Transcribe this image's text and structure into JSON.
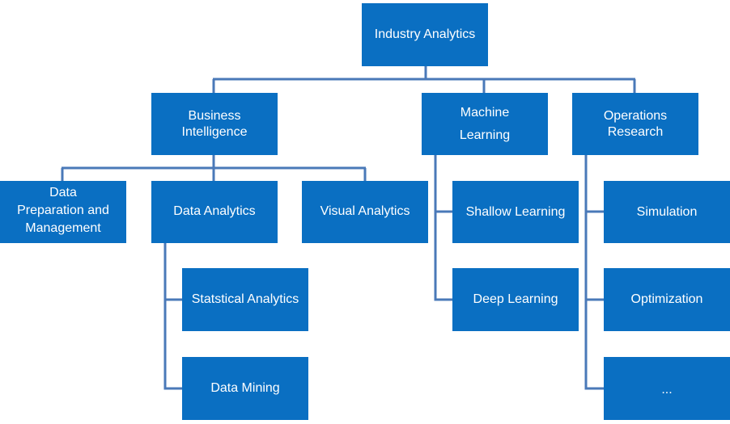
{
  "diagram": {
    "root": {
      "label": "Industry Analytics"
    },
    "business_intelligence": {
      "label": "Business\nIntelligence",
      "children": {
        "data_prep": {
          "label": "Data\nPreparation and\nManagement"
        },
        "data_analytics": {
          "label": "Data Analytics",
          "children": {
            "statistical": {
              "label": "Statstical Analytics"
            },
            "data_mining": {
              "label": "Data Mining"
            }
          }
        },
        "visual_analytics": {
          "label": "Visual Analytics"
        }
      }
    },
    "machine_learning": {
      "label": "Machine\nLearning",
      "children": {
        "shallow": {
          "label": "Shallow Learning"
        },
        "deep": {
          "label": "Deep Learning"
        }
      }
    },
    "operations_research": {
      "label": "Operations\nResearch",
      "children": {
        "simulation": {
          "label": "Simulation"
        },
        "optimization": {
          "label": "Optimization"
        },
        "more": {
          "label": "..."
        }
      }
    },
    "colors": {
      "box_fill": "#0a6fc2",
      "box_text": "#ffffff",
      "connector": "#4a79b8"
    }
  }
}
